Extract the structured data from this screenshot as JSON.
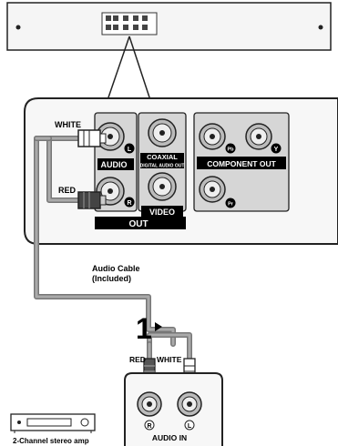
{
  "labels": {
    "white_top": "WHITE",
    "red_top": "RED",
    "audio": "AUDIO",
    "coaxial": "COAXIAL",
    "digital_audio_out": "DIGITAL AUDIO OUT",
    "component_out": "COMPONENT OUT",
    "video": "VIDEO",
    "out": "OUT",
    "cable_line1": "Audio Cable",
    "cable_line2": "(Included)",
    "step_number": "1",
    "red_bottom": "RED",
    "white_bottom": "WHITE",
    "audio_in": "AUDIO IN",
    "amp_caption": "2-Channel stereo amp",
    "jack_l": "L",
    "jack_r": "R",
    "jack_pb": "Pb",
    "jack_y": "Y",
    "jack_pr": "Pr",
    "jack_in_r": "R",
    "jack_in_l": "L"
  }
}
